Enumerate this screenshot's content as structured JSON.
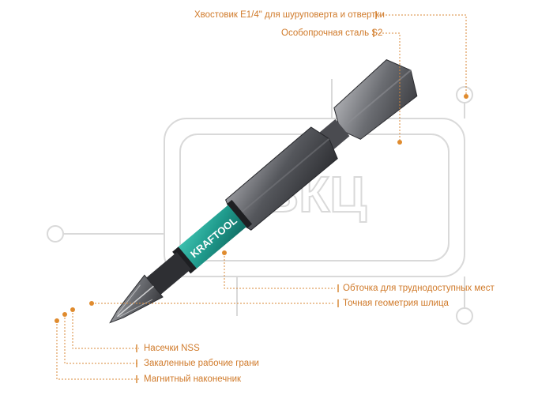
{
  "product": {
    "brand_logo_text": "KRAFTOOL",
    "watermark_text": "ВКЦ"
  },
  "callouts": {
    "shank": "Хвостовик E1/4\" для шуруповерта и отвертки",
    "steel": "Особопрочная сталь S2",
    "torsion": "Обточка для труднодоступных мест",
    "geometry": "Точная геометрия шлица",
    "notches": "Насечки NSS",
    "hardened": "Закаленные рабочие грани",
    "magnetic": "Магнитный наконечник"
  },
  "colors": {
    "accent_orange": "#d98a3a",
    "callout_text": "#d07a2a",
    "brand_teal": "#1f9a8c",
    "steel_gray": "#5f6064"
  }
}
